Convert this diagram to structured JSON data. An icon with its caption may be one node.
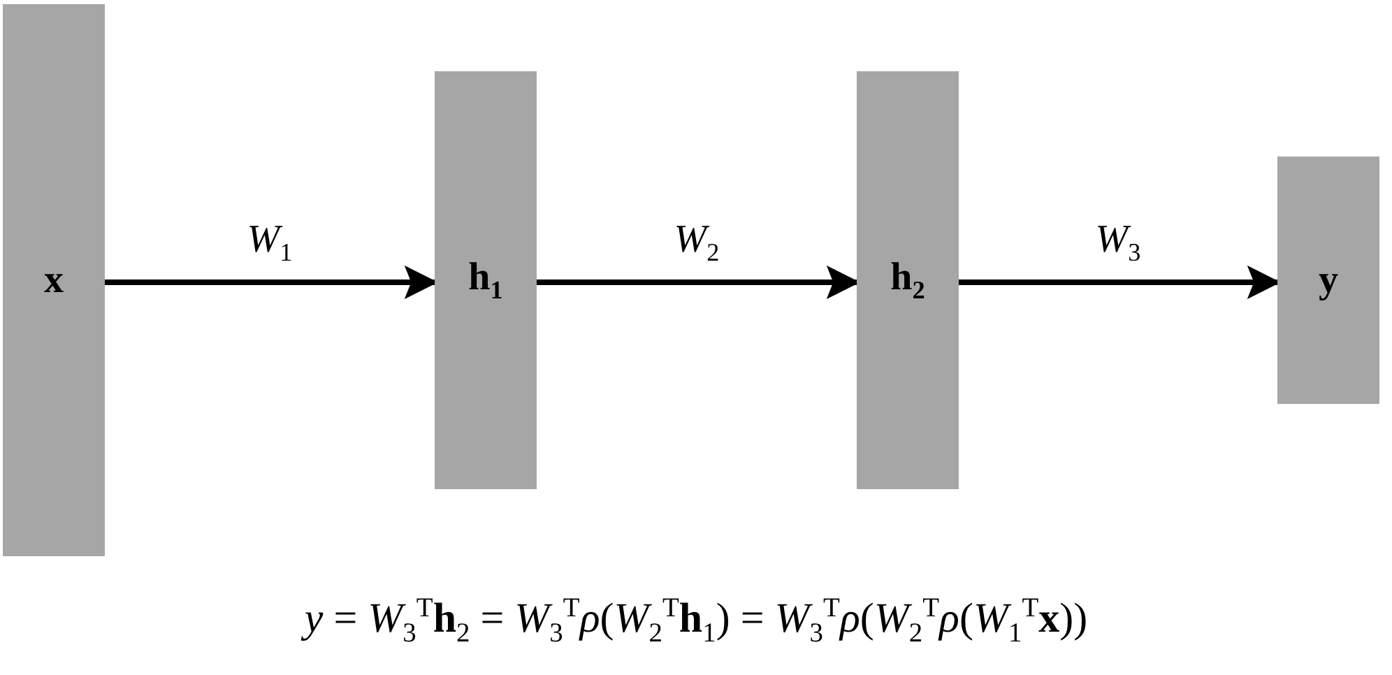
{
  "diagram": {
    "caption": "*y* = *W*$_{3}$$^{T}$**h**$_{2}$ = *W*$_{3}$$^{T}$*ρ*(*W*$_{2}$$^{T}$**h**$_{1}$) = *W*$_{3}$$^{T}$*ρ*(*W*$_{2}$$^{T}$*ρ*(*W*$_{1}$$^{T}$**x**))",
    "nodes": [
      {
        "text": [
          "**x**"
        ]
      },
      {
        "text": [
          "**h**$_{1}$"
        ]
      },
      {
        "text": [
          "**h**$_{2}$"
        ]
      },
      {
        "text": [
          "**y**"
        ]
      }
    ],
    "edges": [
      {
        "from": 0,
        "to": 1,
        "arrow": "to",
        "label": "*W*$_{1}$"
      },
      {
        "from": 1,
        "to": 2,
        "arrow": "to",
        "label": "*W*$_{2}$"
      },
      {
        "from": 2,
        "to": 3,
        "arrow": "to",
        "label": "*W*$_{3}$"
      }
    ]
  }
}
